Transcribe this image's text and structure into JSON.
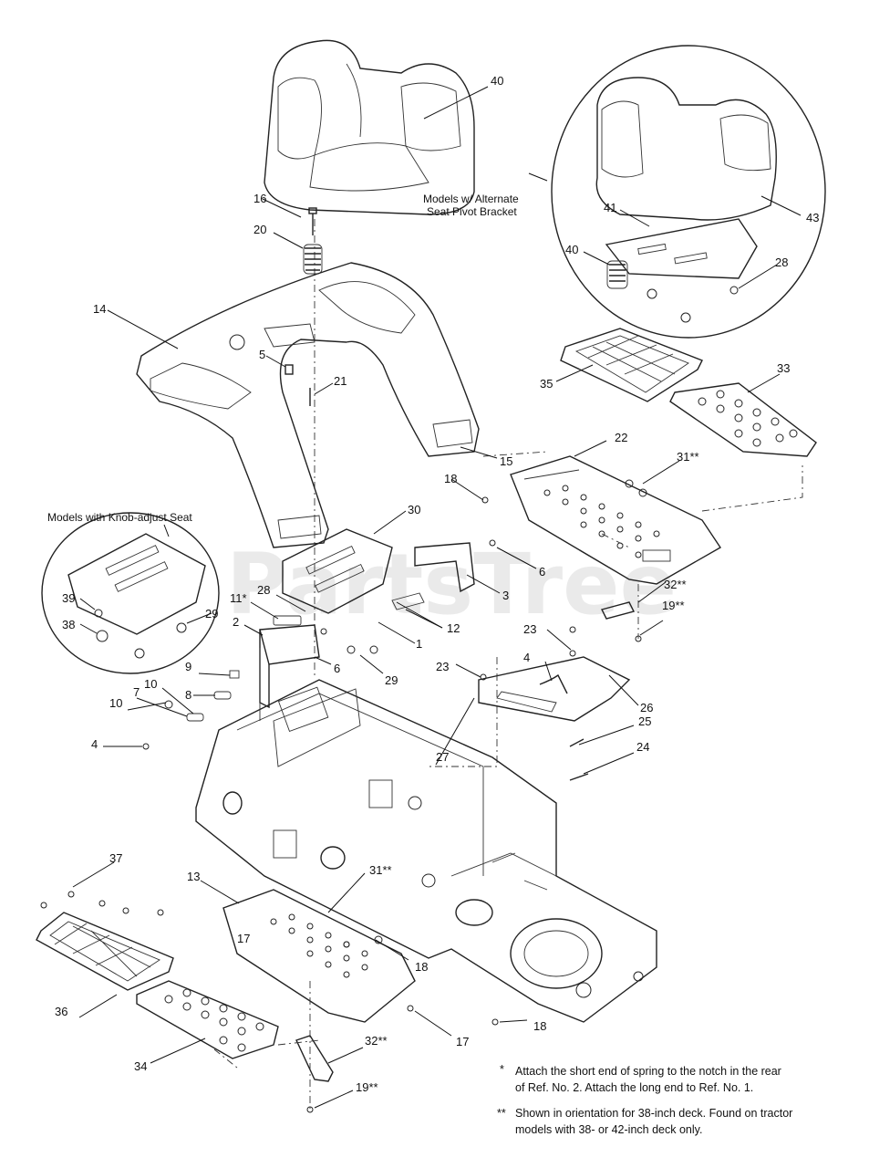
{
  "watermark": "PartsTree",
  "callouts": {
    "c40": "40",
    "c16": "16",
    "c20": "20",
    "c14": "14",
    "c5": "5",
    "c21": "21",
    "c15": "15",
    "c18a": "18",
    "c30": "30",
    "c6a": "6",
    "c3": "3",
    "c12": "12",
    "c1": "1",
    "c28a": "28",
    "c11": "11*",
    "c2": "2",
    "c29a": "29",
    "c6b": "6",
    "c29b": "29",
    "c39": "39",
    "c38": "38",
    "c9": "9",
    "c8": "8",
    "c10a": "10",
    "c7": "7",
    "c10b": "10",
    "c4a": "4",
    "c41": "41",
    "c43": "43",
    "c40b": "40",
    "c28b": "28",
    "c35": "35",
    "c33": "33",
    "c22": "22",
    "c31a": "31**",
    "c32a": "32**",
    "c19a": "19**",
    "c23a": "23",
    "c23b": "23",
    "c4b": "4",
    "c26": "26",
    "c27": "27",
    "c25": "25",
    "c24": "24",
    "c37": "37",
    "c13": "13",
    "c31b": "31**",
    "c17a": "17",
    "c18b": "18",
    "c36": "36",
    "c34": "34",
    "c17b": "17",
    "c18c": "18",
    "c32b": "32**",
    "c19b": "19**"
  },
  "captions": {
    "knob_adjust": "Models with Knob-adjust Seat",
    "alt_pivot_line1": "Models w/ Alternate",
    "alt_pivot_line2": "Seat Pivot Bracket"
  },
  "notes": {
    "star_mark": "*",
    "star_line1": "Attach the short end of spring to the notch in the rear",
    "star_line2": "of Ref. No. 2. Attach the long end to Ref. No. 1.",
    "dstar_mark": "**",
    "dstar_line1": "Shown in orientation for 38-inch deck. Found on tractor",
    "dstar_line2": "models with 38- or 42-inch deck only."
  }
}
